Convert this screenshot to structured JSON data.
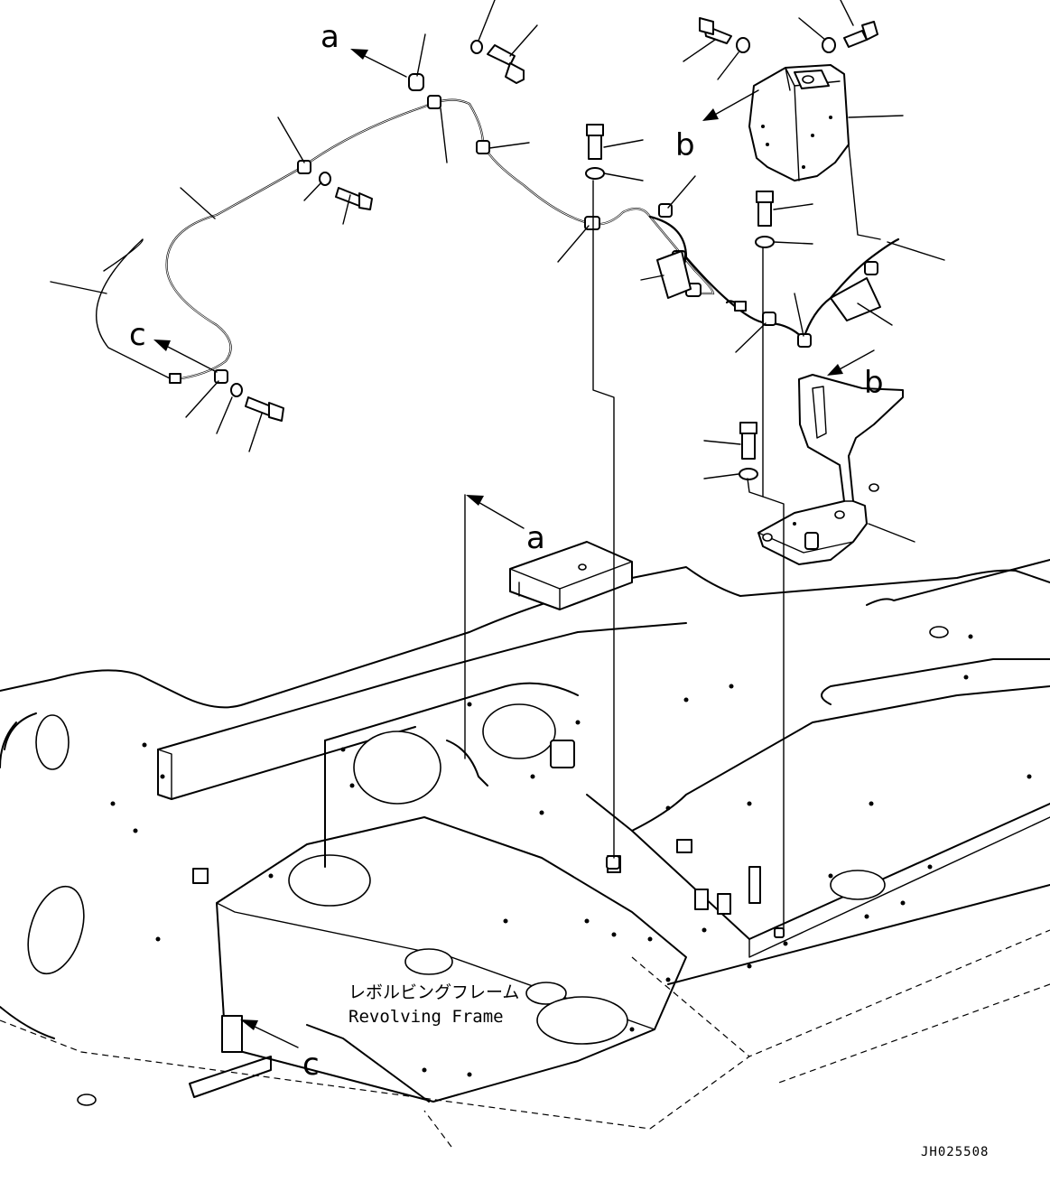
{
  "callouts": {
    "a_top": "a",
    "a_lower": "a",
    "b_upper": "b",
    "b_lower": "b",
    "c_left": "c",
    "c_lower": "c"
  },
  "frame_label": {
    "japanese": "レボルビングフレーム",
    "english": "Revolving Frame"
  },
  "drawing_number": "JH025508"
}
